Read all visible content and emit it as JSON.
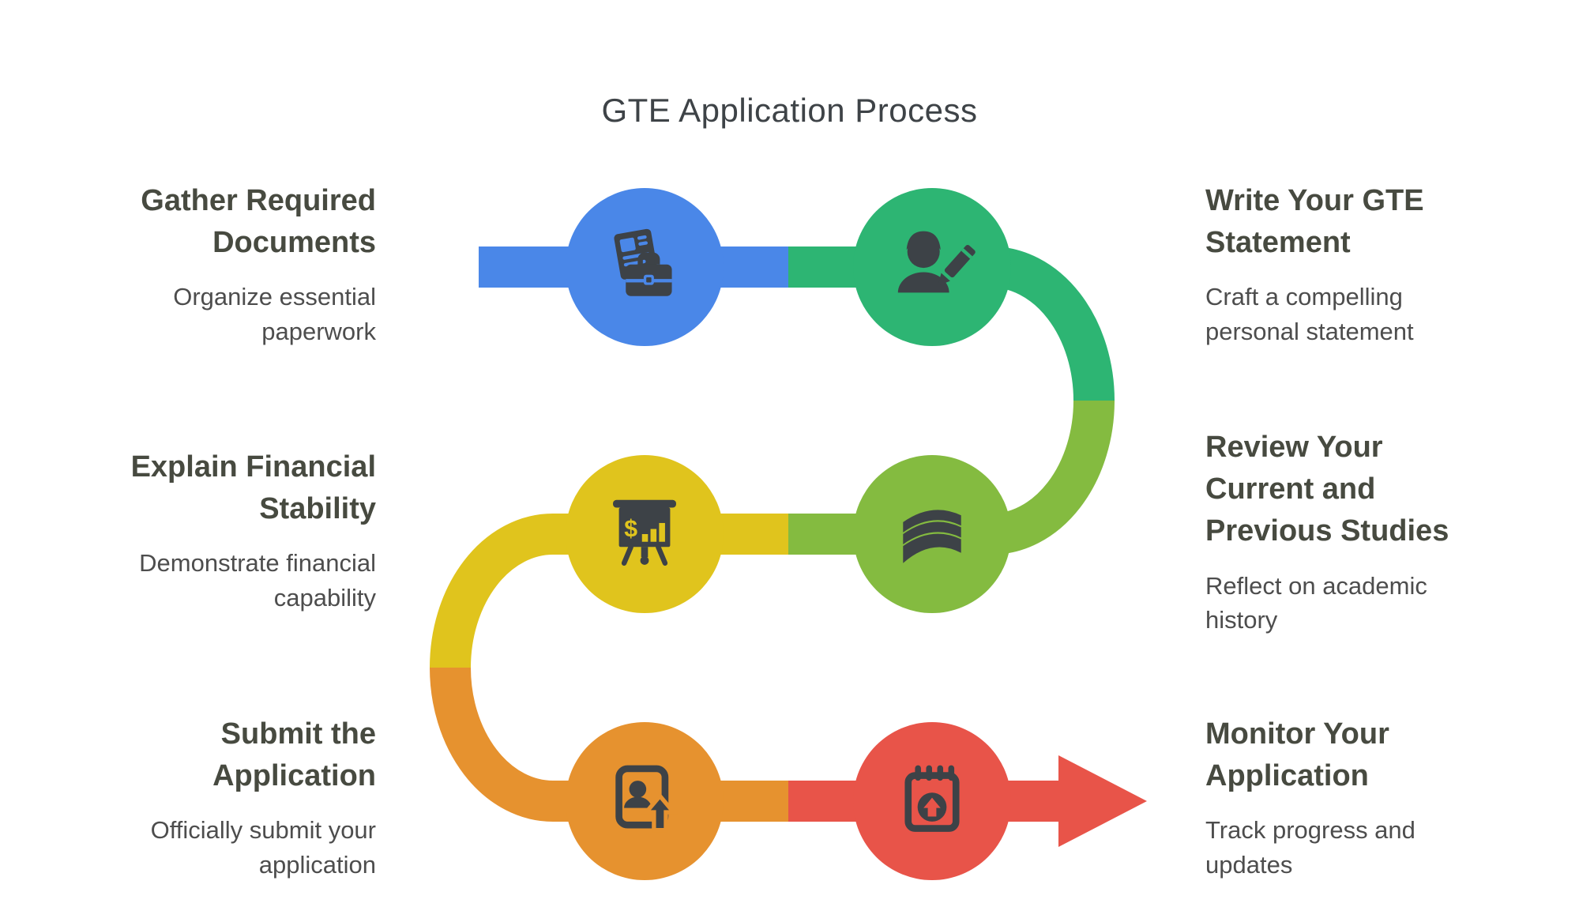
{
  "title": "GTE Application Process",
  "palette": {
    "background": "#ffffff",
    "icon_glyph": "#3d4247",
    "heading_text": "#474a40",
    "body_text": "#4d4d4d",
    "title_text": "#3e4347"
  },
  "steps": [
    {
      "order": 1,
      "heading": "Gather Required Documents",
      "description": "Organize essential paperwork",
      "side": "left",
      "color": "#4a87e8",
      "icon": "documents-briefcase-icon"
    },
    {
      "order": 2,
      "heading": "Write Your GTE Statement",
      "description": "Craft a compelling personal statement",
      "side": "right",
      "color": "#2db573",
      "icon": "person-writing-icon"
    },
    {
      "order": 3,
      "heading": "Review Your Current and Previous Studies",
      "description": "Reflect on academic history",
      "side": "right",
      "color": "#84bb40",
      "icon": "open-book-icon"
    },
    {
      "order": 4,
      "heading": "Explain Financial Stability",
      "description": "Demonstrate financial capability",
      "side": "left",
      "color": "#e0c41d",
      "icon": "financial-presentation-icon",
      "symbol": "$"
    },
    {
      "order": 5,
      "heading": "Submit the Application",
      "description": "Officially submit your application",
      "side": "left",
      "color": "#e6922f",
      "icon": "id-card-upload-icon"
    },
    {
      "order": 6,
      "heading": "Monitor Your Application",
      "description": "Track progress and updates",
      "side": "right",
      "color": "#e85449",
      "icon": "calendar-upload-icon"
    }
  ]
}
